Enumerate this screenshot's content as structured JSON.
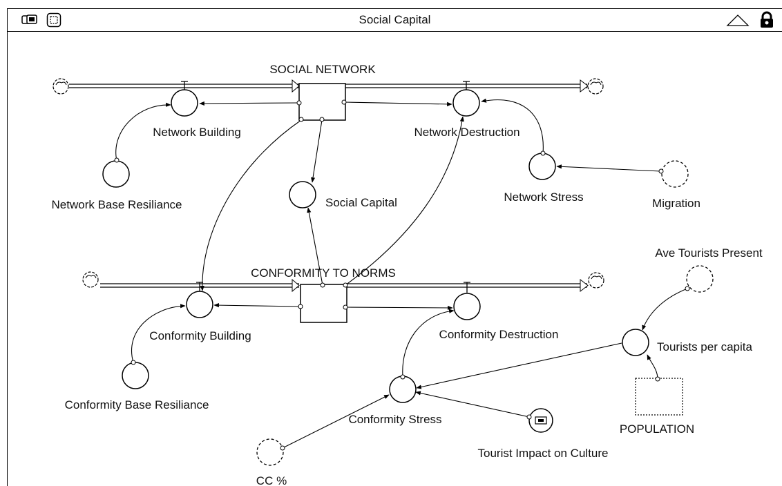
{
  "window": {
    "title": "Social Capital",
    "icons": [
      "window-toggle-icon",
      "layout-icon",
      "up-triangle-icon",
      "lock-icon"
    ]
  },
  "stocks": {
    "social_network": "SOCIAL NETWORK",
    "conformity": "CONFORMITY TO NORMS",
    "population": "POPULATION"
  },
  "flows": {
    "network_building": "Network Building",
    "network_destruction": "Network Destruction",
    "conformity_building": "Conformity Building",
    "conformity_destruction": "Conformity Destruction"
  },
  "converters": {
    "network_base_resiliance": "Network Base Resiliance",
    "social_capital": "Social Capital",
    "network_stress": "Network Stress",
    "migration": "Migration",
    "ave_tourists_present": "Ave Tourists Present",
    "tourists_per_capita": "Tourists per capita",
    "conformity_base_resiliance": "Conformity Base Resiliance",
    "conformity_stress": "Conformity Stress",
    "tourist_impact_on_culture": "Tourist Impact on Culture",
    "cc_percent": "CC %"
  }
}
